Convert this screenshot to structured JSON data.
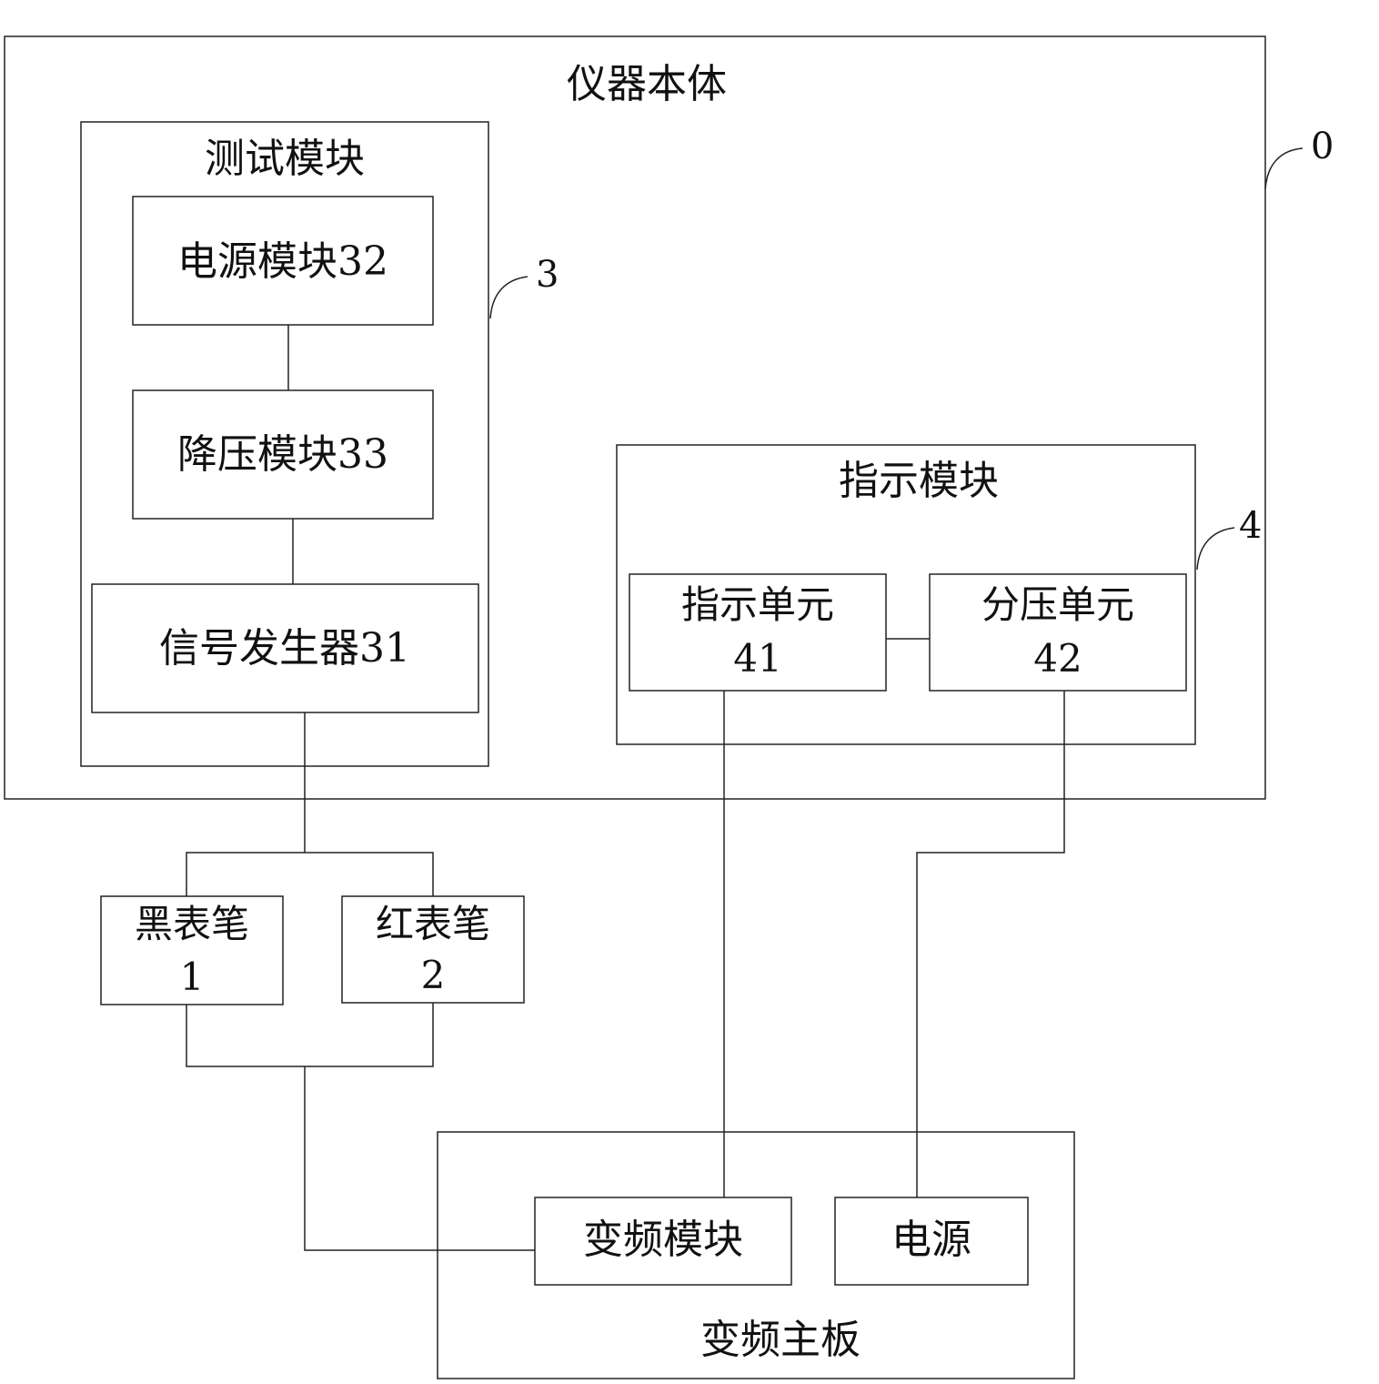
{
  "instrument_body": {
    "title": "仪器本体",
    "ref": "0"
  },
  "test_module": {
    "title": "测试模块",
    "ref": "3",
    "power_module": "电源模块32",
    "step_down_module": "降压模块33",
    "signal_generator": "信号发生器31"
  },
  "indicator_module": {
    "title": "指示模块",
    "ref": "4",
    "indicator_unit": {
      "line1": "指示单元",
      "line2": "41"
    },
    "divider_unit": {
      "line1": "分压单元",
      "line2": "42"
    }
  },
  "probes": {
    "black": {
      "line1": "黑表笔",
      "line2": "1"
    },
    "red": {
      "line1": "红表笔",
      "line2": "2"
    }
  },
  "vf_board": {
    "title": "变频主板",
    "vf_module": "变频模块",
    "power": "电源"
  }
}
